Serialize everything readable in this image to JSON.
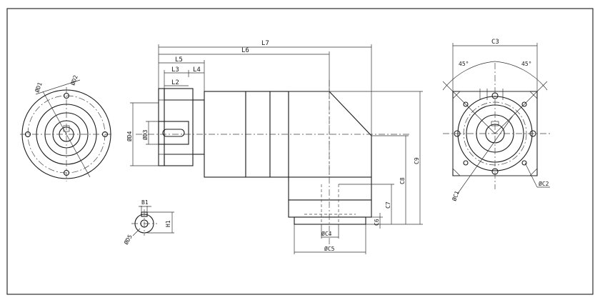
{
  "labels": {
    "L7": "L7",
    "L6": "L6",
    "L5": "L5",
    "L3": "L3",
    "L4": "L4",
    "L2": "L2",
    "D4": "ØD4",
    "D3": "ØD3",
    "D1": "ØD1",
    "D2": "ØD2",
    "B1": "B1",
    "H1": "H1",
    "D5": "ØD5",
    "C3": "C3",
    "C9": "C9",
    "C8": "C8",
    "C7": "C7",
    "C6": "C6",
    "C4": "ØC4",
    "C5": "ØC5",
    "C1": "ØC1",
    "C2": "ØC2",
    "angle_left": "45°",
    "angle_right": "45°"
  }
}
